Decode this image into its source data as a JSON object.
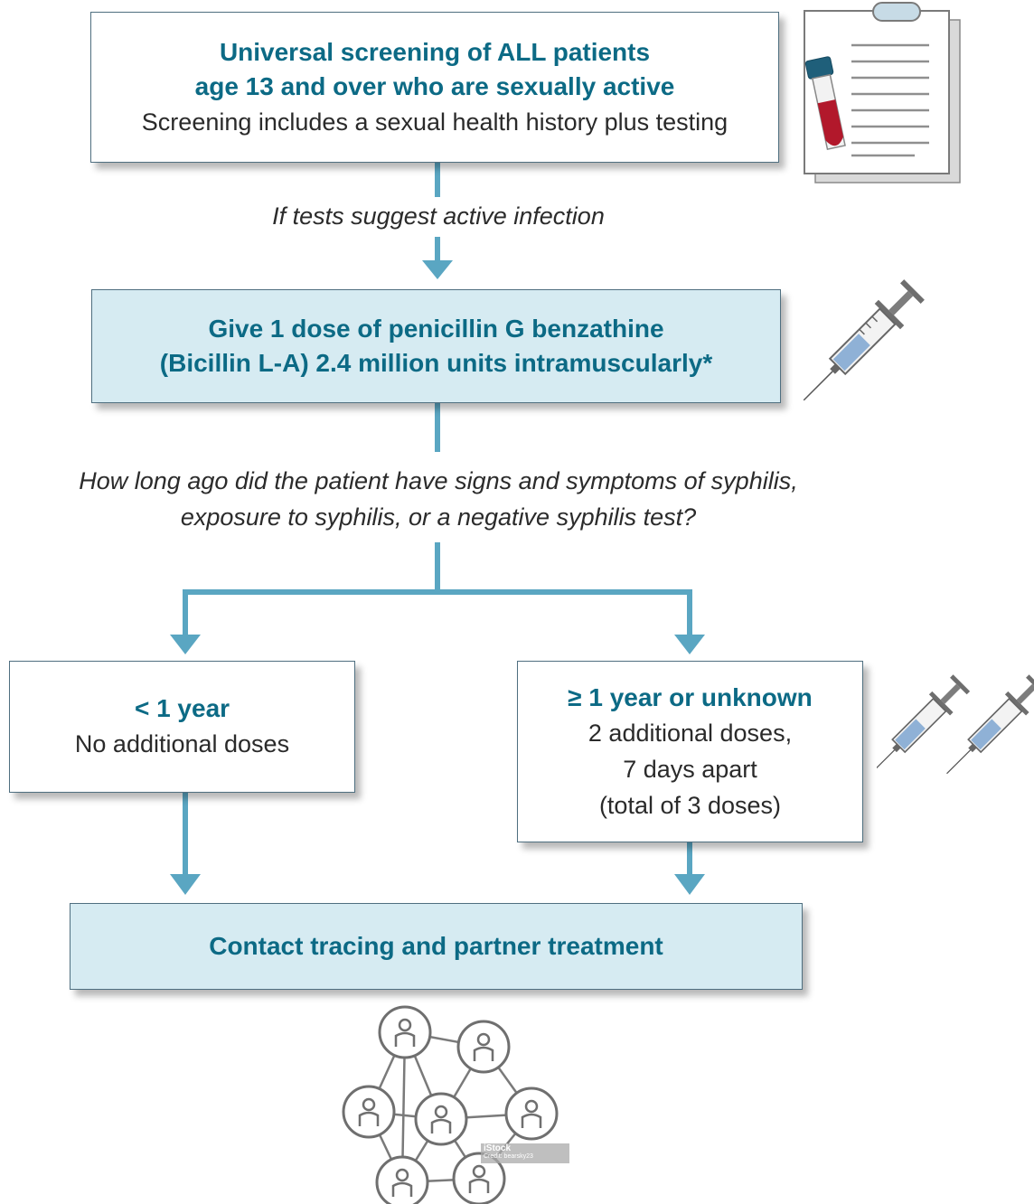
{
  "screening": {
    "title_line1": "Universal screening of ALL patients",
    "title_line2": "age 13 and over who are sexually active",
    "subtitle": "Screening includes a sexual health history plus testing"
  },
  "condition_label": "If tests suggest active infection",
  "dose": {
    "line1": "Give 1 dose of penicillin G benzathine",
    "line2": "(Bicillin L-A) 2.4 million units intramuscularly*"
  },
  "question": {
    "line1": "How long ago did the patient have signs and symptoms of syphilis,",
    "line2": "exposure to syphilis, or a negative syphilis test?"
  },
  "branch_left": {
    "title": "< 1 year",
    "text": "No additional doses"
  },
  "branch_right": {
    "title": "≥ 1 year or unknown",
    "line1": "2 additional doses,",
    "line2": "7 days apart",
    "line3": "(total of 3 doses)"
  },
  "final": {
    "title": "Contact tracing and partner treatment"
  },
  "watermark": {
    "brand": "iStock",
    "credit": "Credit: bearsky23"
  },
  "colors": {
    "arrow": "#5aa6c2",
    "title_text": "#0c6a85",
    "box_fill": "#d6ebf2",
    "box_border": "#4f6f80"
  },
  "icons": {
    "clipboard": "clipboard-with-blood-tube-icon",
    "syringe": "syringe-icon",
    "network": "people-network-icon"
  }
}
